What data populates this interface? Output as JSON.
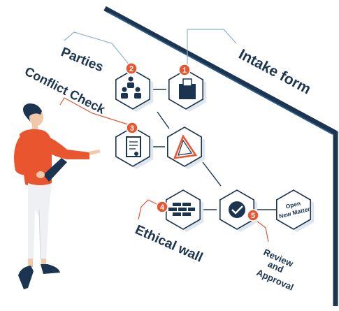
{
  "colors": {
    "navy": "#1b3550",
    "panel_edge": "#2a5a86",
    "accent": "#e8552f",
    "hex_fill": "#ffffff",
    "hex_stroke": "#1b3550",
    "leader_blue": "#8fb3d1",
    "leader_orange": "#e8552f"
  },
  "steps": [
    {
      "num": "1",
      "label": "Intake form",
      "icon": "document-folder-icon"
    },
    {
      "num": "2",
      "label": "Parties",
      "icon": "people-group-icon"
    },
    {
      "num": "3",
      "label": "Conflict Check",
      "icon": "certificate-icon"
    },
    {
      "num": "4",
      "label": "Ethical wall",
      "icon": "brick-wall-icon"
    },
    {
      "num": "5",
      "label": "Review and Approval",
      "label_lines": [
        "Review",
        "and",
        "Approval"
      ],
      "icon": "approval-seal-icon"
    }
  ],
  "center_node": {
    "icon": "triangle-warning-icon"
  },
  "final_node": {
    "label_lines": [
      "Open",
      "New Matter"
    ]
  }
}
